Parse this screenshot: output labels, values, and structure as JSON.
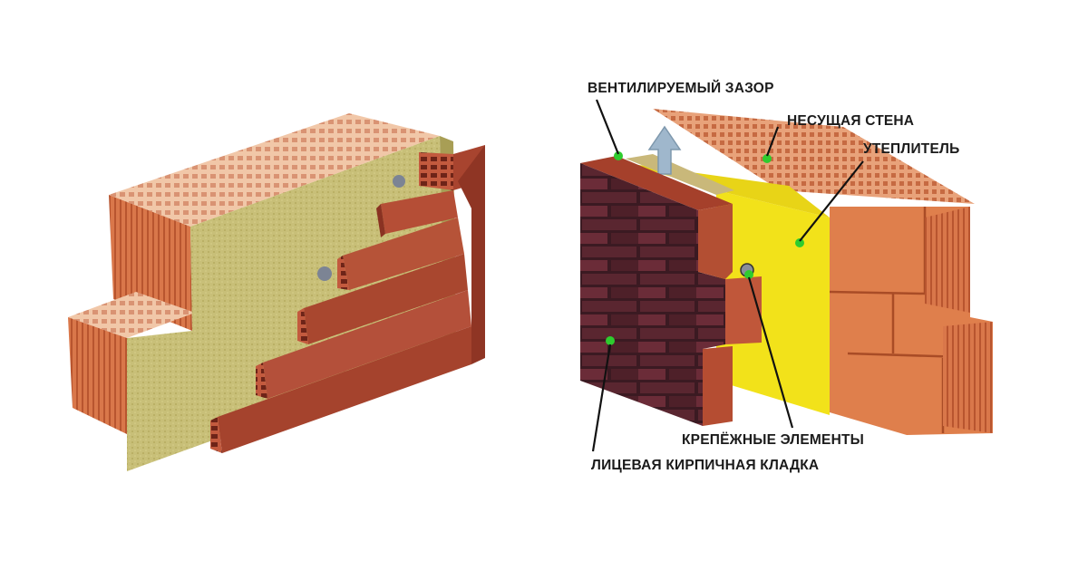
{
  "labels": {
    "ventilated_gap": "ВЕНТИЛИРУЕМЫЙ ЗАЗОР",
    "load_bearing_wall": "НЕСУЩАЯ СТЕНА",
    "insulation": "УТЕПЛИТЕЛЬ",
    "fasteners": "КРЕПЁЖНЫЕ ЭЛЕМЕНТЫ",
    "facing_brickwork": "ЛИЦЕВАЯ КИРПИЧНАЯ КЛАДКА"
  },
  "colors": {
    "insulation_yellow": "#f2e21a",
    "facing_brick_dark": "#5a2630",
    "ceramic_block": "#d9794a",
    "marker_green": "#2ecc2e",
    "mineral_wool": "#c9c07a",
    "airflow_arrow": "#9fb7cc"
  },
  "icons": {
    "airflow": "up-arrow-icon",
    "marker": "green-dot-marker"
  }
}
